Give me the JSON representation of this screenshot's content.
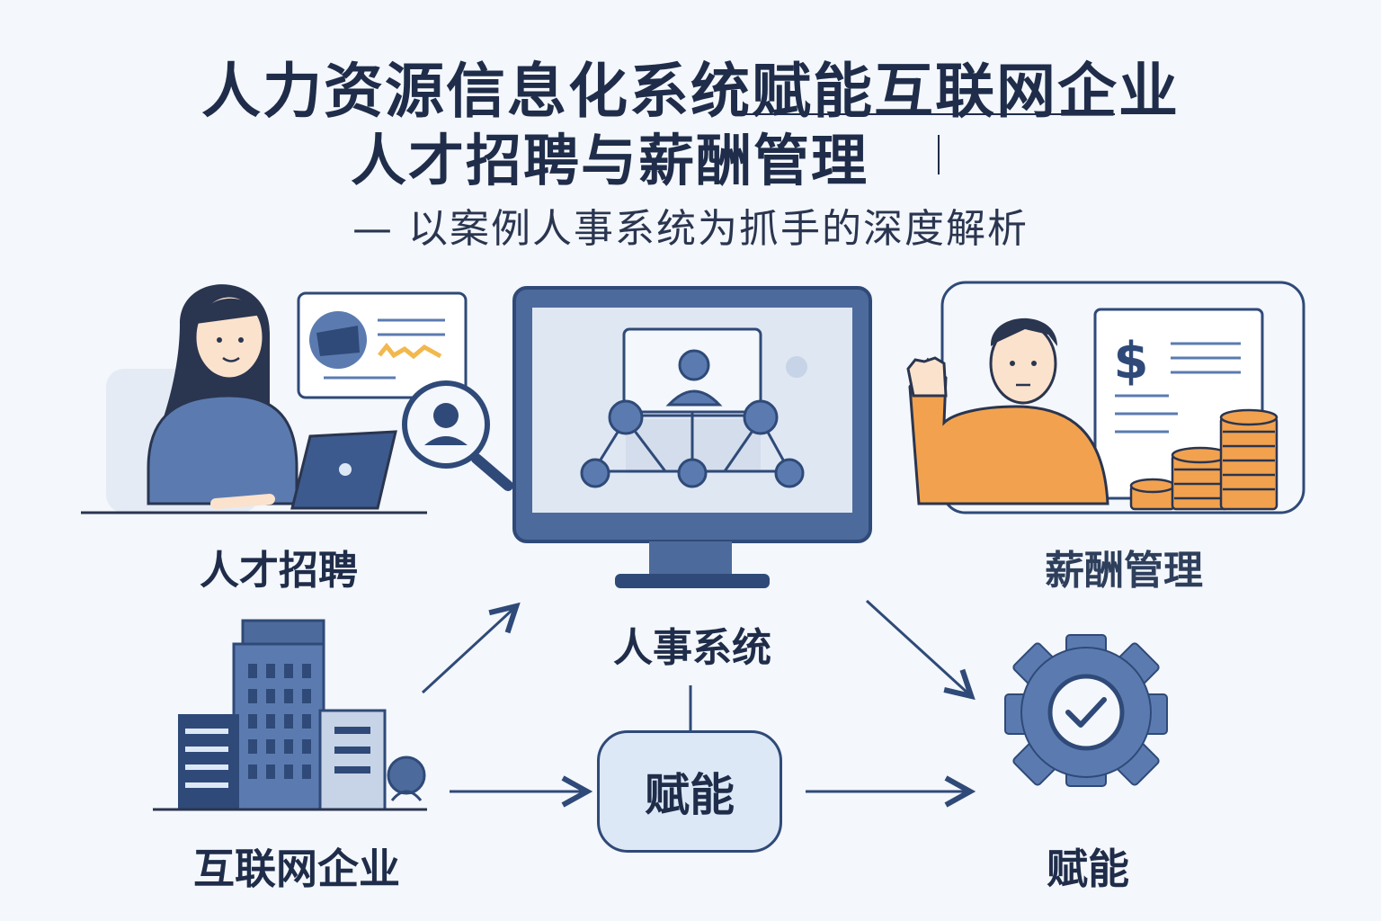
{
  "title": {
    "line1": "人力资源信息化系统赋能互联网企业",
    "line2": "人才招聘与薪酬管理",
    "subtitle": "— 以案例人事系统为抓手的深度解析"
  },
  "nodes": {
    "recruitment": "人才招聘",
    "salary": "薪酬管理",
    "hr_system": "人事系统",
    "enterprise": "互联网企业",
    "empower_center": "赋能",
    "empower_right": "赋能"
  },
  "salary_symbol": "$",
  "colors": {
    "navy": "#2f4a78",
    "blue": "#5b7bb0",
    "light_blue": "#dde8f6",
    "orange": "#f2a24e",
    "text": "#1f2d4a"
  }
}
